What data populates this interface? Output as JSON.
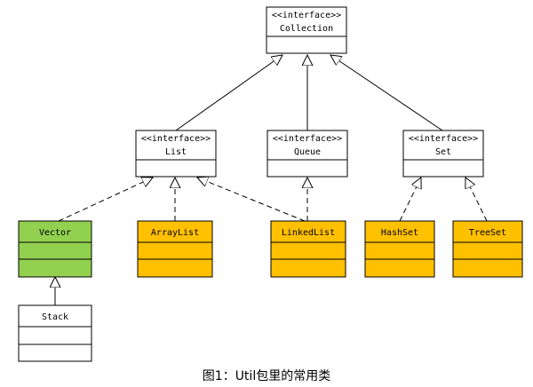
{
  "diagram": {
    "nodes": {
      "collection": {
        "stereotype": "<<interface>>",
        "name": "Collection",
        "fill": "#ffffff"
      },
      "list": {
        "stereotype": "<<interface>>",
        "name": "List",
        "fill": "#ffffff"
      },
      "queue": {
        "stereotype": "<<interface>>",
        "name": "Queue",
        "fill": "#ffffff"
      },
      "set": {
        "stereotype": "<<interface>>",
        "name": "Set",
        "fill": "#ffffff"
      },
      "vector": {
        "name": "Vector",
        "fill": "#92d050"
      },
      "arraylist": {
        "name": "ArrayList",
        "fill": "#ffc000"
      },
      "linkedlist": {
        "name": "LinkedList",
        "fill": "#ffc000"
      },
      "hashset": {
        "name": "HashSet",
        "fill": "#ffc000"
      },
      "treeset": {
        "name": "TreeSet",
        "fill": "#ffc000"
      },
      "stack": {
        "name": "Stack",
        "fill": "#ffffff"
      }
    },
    "edges": [
      {
        "from": "list",
        "to": "collection",
        "style": "solid"
      },
      {
        "from": "queue",
        "to": "collection",
        "style": "solid"
      },
      {
        "from": "set",
        "to": "collection",
        "style": "solid"
      },
      {
        "from": "vector",
        "to": "list",
        "style": "dashed"
      },
      {
        "from": "arraylist",
        "to": "list",
        "style": "dashed"
      },
      {
        "from": "linkedlist",
        "to": "list",
        "style": "dashed"
      },
      {
        "from": "linkedlist",
        "to": "queue",
        "style": "dashed"
      },
      {
        "from": "hashset",
        "to": "set",
        "style": "dashed"
      },
      {
        "from": "treeset",
        "to": "set",
        "style": "dashed"
      },
      {
        "from": "stack",
        "to": "vector",
        "style": "solid"
      }
    ],
    "caption": "图1：Util包里的常用类"
  }
}
